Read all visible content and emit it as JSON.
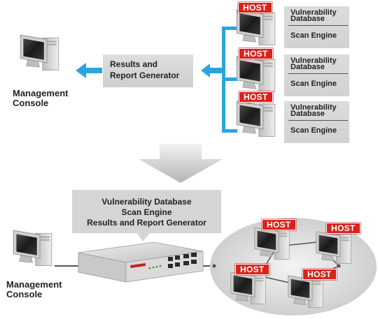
{
  "top": {
    "results_box": {
      "line1": "Results and",
      "line2": "Report Generator"
    },
    "management_console": {
      "line1": "Management",
      "line2": "Console"
    },
    "hosts": [
      {
        "badge": "HOST",
        "db_line1a": "Vulnerability",
        "db_line1b": "Database",
        "db_line2": "Scan Engine"
      },
      {
        "badge": "HOST",
        "db_line1a": "Vulnerability",
        "db_line1b": "Database",
        "db_line2": "Scan Engine"
      },
      {
        "badge": "HOST",
        "db_line1a": "Vulnerability",
        "db_line1b": "Database",
        "db_line2": "Scan Engine"
      }
    ]
  },
  "bottom": {
    "callout": {
      "line1": "Vulnerability Database",
      "line2": "Scan Engine",
      "line3": "Results and Report Generator"
    },
    "management_console": {
      "line1": "Management",
      "line2": "Console"
    },
    "host_badges": [
      "HOST",
      "HOST",
      "HOST",
      "HOST"
    ]
  },
  "colors": {
    "arrow_blue": "#2aa6df",
    "host_red": "#d9231d",
    "box_gray": "#d5d5d5"
  }
}
